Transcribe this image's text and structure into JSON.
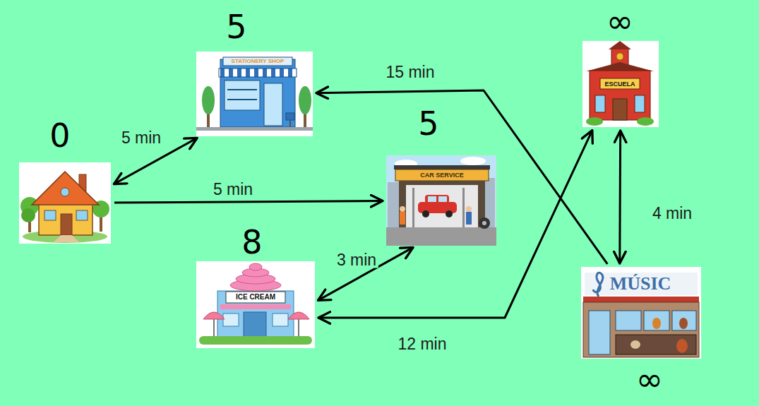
{
  "diagram": {
    "nodes": [
      {
        "text": [
          "0"
        ]
      },
      {
        "text": [
          "5",
          "STATIONERY SHOP"
        ]
      },
      {
        "text": [
          "5",
          "CAR SERVICE"
        ]
      },
      {
        "text": [
          "8",
          "ICE CREAM"
        ]
      },
      {
        "text": [
          "∞",
          "ESCUELA"
        ]
      },
      {
        "text": [
          "MÚSIC",
          "∞"
        ]
      }
    ],
    "edges": [
      {
        "from": 0,
        "to": 1,
        "arrow": "both",
        "label": "5 min"
      },
      {
        "from": 0,
        "to": 2,
        "arrow": "to",
        "label": "5 min"
      },
      {
        "from": 3,
        "to": 2,
        "arrow": "both",
        "label": "3 min"
      },
      {
        "from": 3,
        "to": 4,
        "arrow": "both",
        "label": "12 min"
      },
      {
        "from": 5,
        "to": 1,
        "arrow": "to",
        "label": "15 min"
      },
      {
        "from": 4,
        "to": 5,
        "arrow": "both",
        "label": "4 min"
      }
    ]
  }
}
